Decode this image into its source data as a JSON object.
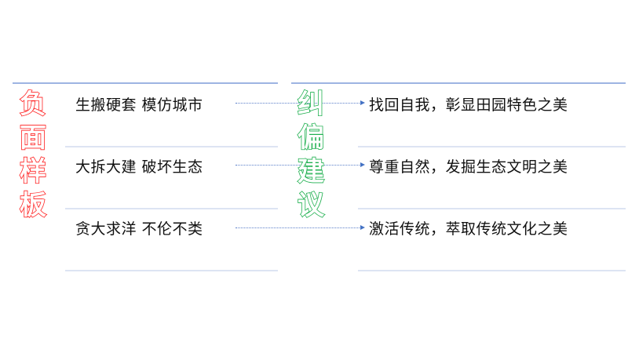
{
  "left": {
    "title_chars": [
      "负",
      "面",
      "样",
      "板"
    ],
    "title_color": "#ff2020",
    "items": [
      {
        "text": "生搬硬套 模仿城市"
      },
      {
        "text": "大拆大建 破坏生态"
      },
      {
        "text": "贪大求洋 不伦不类"
      }
    ]
  },
  "right": {
    "title_chars": [
      "纠",
      "偏",
      "建",
      "议"
    ],
    "title_color": "#20b050",
    "items": [
      {
        "text": "找回自我，彰显田园特色之美"
      },
      {
        "text": "尊重自然，发掘生态文明之美"
      },
      {
        "text": "激活传统，萃取传统文化之美"
      }
    ]
  },
  "colors": {
    "header_line": "#9db4e2",
    "divider": "#dde4f3",
    "connector": "#4472c4"
  }
}
